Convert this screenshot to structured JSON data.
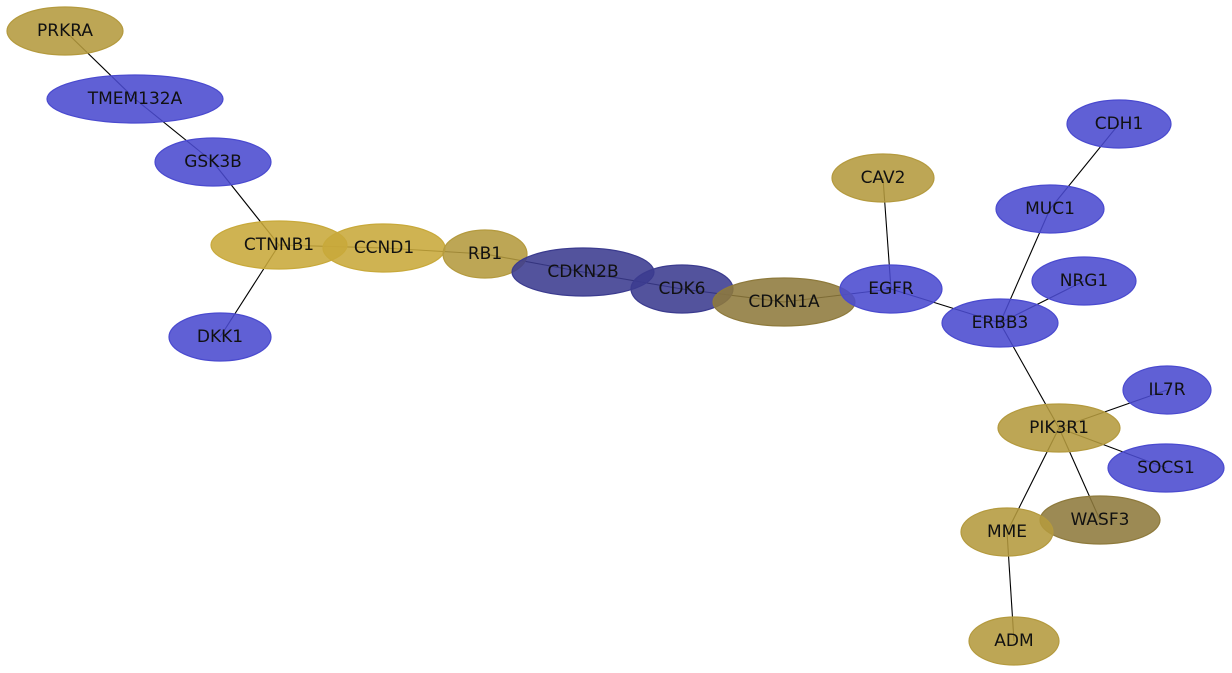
{
  "colors": {
    "blue": "#4a4acf",
    "gold": "#b49a3e",
    "dark_gold": "#8e7a3c",
    "navy": "#3b3b8f",
    "bright_gold": "#c8a93a"
  },
  "nodes": [
    {
      "id": "PRKRA",
      "label": "PRKRA",
      "color": "gold"
    },
    {
      "id": "TMEM132A",
      "label": "TMEM132A",
      "color": "blue"
    },
    {
      "id": "GSK3B",
      "label": "GSK3B",
      "color": "blue"
    },
    {
      "id": "CTNNB1",
      "label": "CTNNB1",
      "color": "bright_gold"
    },
    {
      "id": "DKK1",
      "label": "DKK1",
      "color": "blue"
    },
    {
      "id": "CCND1",
      "label": "CCND1",
      "color": "bright_gold"
    },
    {
      "id": "RB1",
      "label": "RB1",
      "color": "gold"
    },
    {
      "id": "CDKN2B",
      "label": "CDKN2B",
      "color": "navy"
    },
    {
      "id": "CDK6",
      "label": "CDK6",
      "color": "navy"
    },
    {
      "id": "CDKN1A",
      "label": "CDKN1A",
      "color": "dark_gold"
    },
    {
      "id": "EGFR",
      "label": "EGFR",
      "color": "blue"
    },
    {
      "id": "CAV2",
      "label": "CAV2",
      "color": "gold"
    },
    {
      "id": "ERBB3",
      "label": "ERBB3",
      "color": "blue"
    },
    {
      "id": "MUC1",
      "label": "MUC1",
      "color": "blue"
    },
    {
      "id": "CDH1",
      "label": "CDH1",
      "color": "blue"
    },
    {
      "id": "NRG1",
      "label": "NRG1",
      "color": "blue"
    },
    {
      "id": "PIK3R1",
      "label": "PIK3R1",
      "color": "gold"
    },
    {
      "id": "IL7R",
      "label": "IL7R",
      "color": "blue"
    },
    {
      "id": "SOCS1",
      "label": "SOCS1",
      "color": "blue"
    },
    {
      "id": "WASF3",
      "label": "WASF3",
      "color": "dark_gold"
    },
    {
      "id": "MME",
      "label": "MME",
      "color": "gold"
    },
    {
      "id": "ADM",
      "label": "ADM",
      "color": "gold"
    }
  ],
  "edges": [
    [
      "PRKRA",
      "TMEM132A"
    ],
    [
      "TMEM132A",
      "GSK3B"
    ],
    [
      "GSK3B",
      "CTNNB1"
    ],
    [
      "CTNNB1",
      "DKK1"
    ],
    [
      "CTNNB1",
      "CCND1"
    ],
    [
      "CCND1",
      "RB1"
    ],
    [
      "RB1",
      "CDKN2B"
    ],
    [
      "CDKN2B",
      "CDK6"
    ],
    [
      "CDK6",
      "CDKN1A"
    ],
    [
      "CDKN1A",
      "EGFR"
    ],
    [
      "EGFR",
      "CAV2"
    ],
    [
      "EGFR",
      "ERBB3"
    ],
    [
      "ERBB3",
      "MUC1"
    ],
    [
      "MUC1",
      "CDH1"
    ],
    [
      "ERBB3",
      "NRG1"
    ],
    [
      "ERBB3",
      "PIK3R1"
    ],
    [
      "PIK3R1",
      "IL7R"
    ],
    [
      "PIK3R1",
      "SOCS1"
    ],
    [
      "PIK3R1",
      "WASF3"
    ],
    [
      "PIK3R1",
      "MME"
    ],
    [
      "MME",
      "ADM"
    ]
  ]
}
